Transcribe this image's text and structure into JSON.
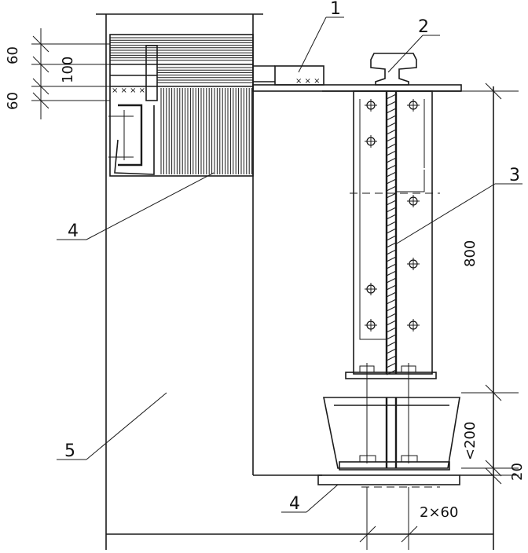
{
  "labels": {
    "callout_1": "1",
    "callout_2": "2",
    "callout_3": "3",
    "callout_4_upper": "4",
    "callout_4_lower": "4",
    "callout_5": "5"
  },
  "dimensions": {
    "left_60_top": "60",
    "left_100": "100",
    "left_60_bottom": "60",
    "height_800": "800",
    "height_200": "<200",
    "height_20": "20",
    "bolt_spacing": "2×60"
  },
  "colors": {
    "line": "#1a1a1a",
    "background": "#ffffff"
  }
}
